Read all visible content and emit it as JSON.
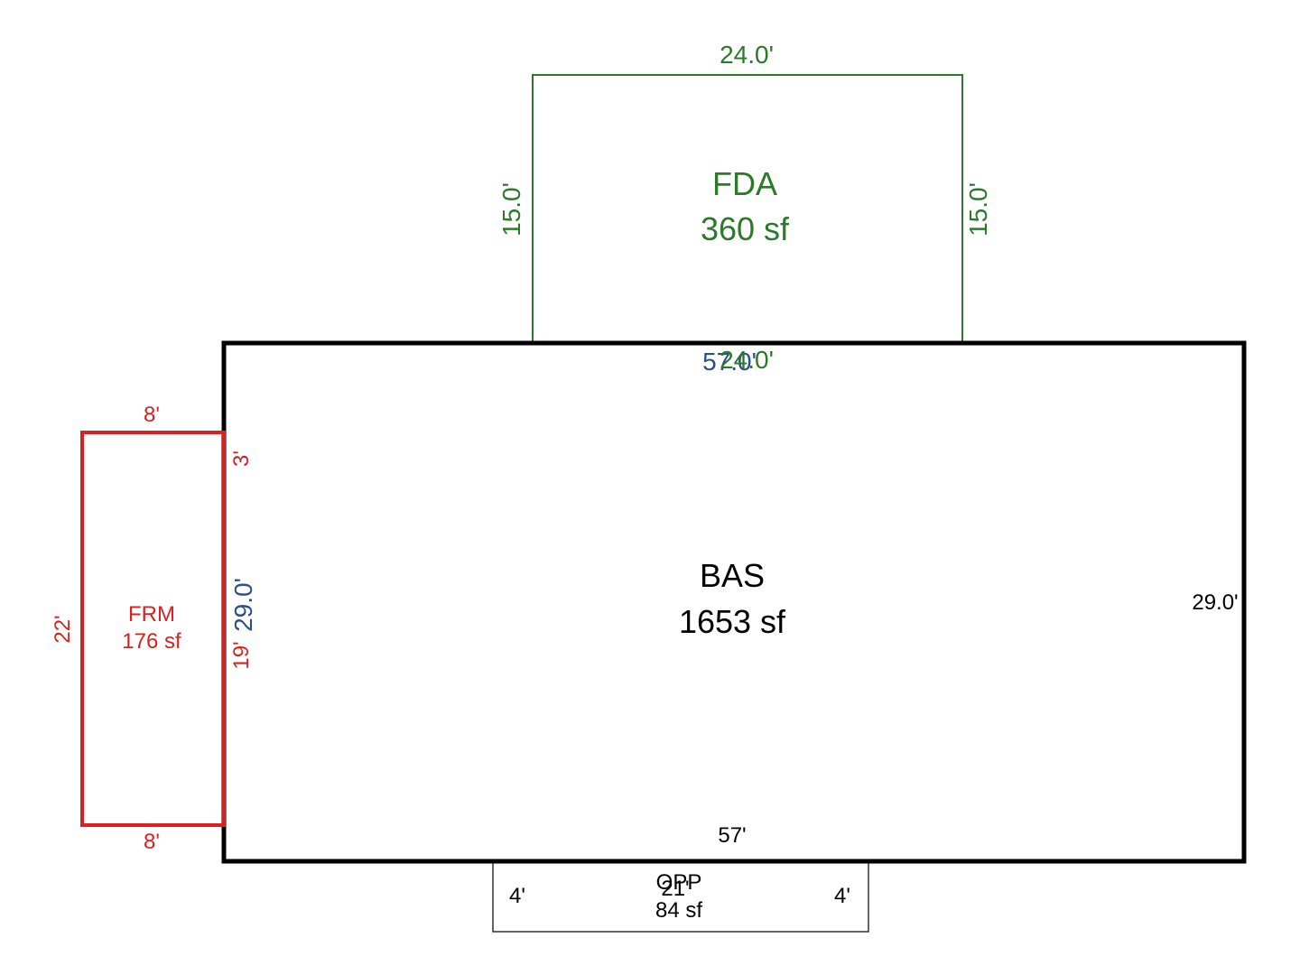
{
  "colors": {
    "bas": "#000000",
    "fda": "#2a7a2a",
    "frm": "#dd1f1f",
    "opp": "#333333",
    "blue_dim": "#2b4f8a"
  },
  "areas": {
    "fda": {
      "code": "FDA",
      "area": "360 sf",
      "top": "24.0'",
      "bottom": "24.0'",
      "left": "15.0'",
      "right": "15.0'"
    },
    "bas": {
      "code": "BAS",
      "area": "1653 sf",
      "top": "57.0'",
      "bottom": "57'",
      "left": "29.0'",
      "right": "29.0'"
    },
    "frm": {
      "code": "FRM",
      "area": "176 sf",
      "top": "8'",
      "bottom": "8'",
      "left": "22'",
      "right_upper": "3'",
      "right_lower": "19'"
    },
    "opp": {
      "code": "OPP",
      "area": "84 sf",
      "top": "21'",
      "left": "4'",
      "right": "4'"
    }
  }
}
